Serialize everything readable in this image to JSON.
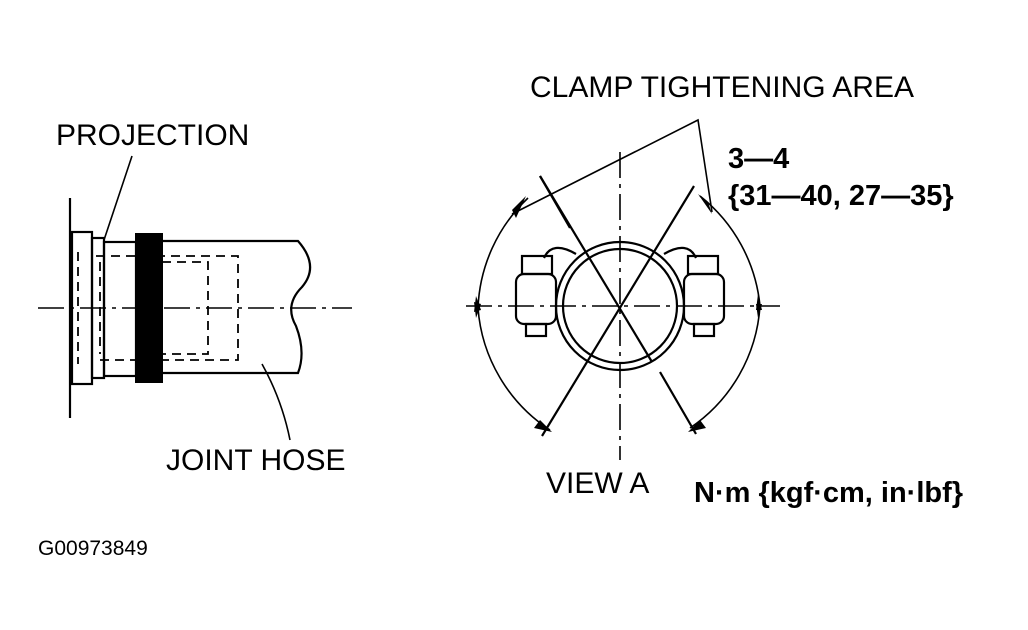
{
  "labels": {
    "projection": "PROJECTION",
    "joint_hose": "JOINT HOSE",
    "clamp_area": "CLAMP TIGHTENING AREA",
    "torque_nm": "3—4",
    "torque_other": "{31—40, 27—35}",
    "view_a": "VIEW A",
    "units": "N·m {kgf·cm, in·lbf}",
    "figure_code": "G00973849"
  },
  "colors": {
    "ink": "#000000",
    "background": "#ffffff"
  }
}
